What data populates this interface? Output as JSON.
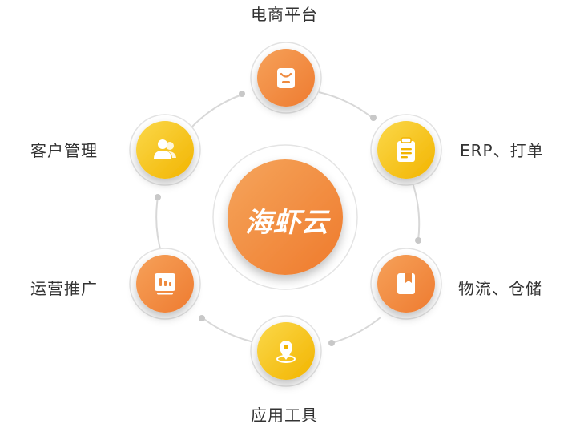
{
  "center": {
    "label": "海虾云",
    "color_from": "#f5a55c",
    "color_to": "#ef7a2c"
  },
  "nodes": [
    {
      "id": "ecommerce",
      "label": "电商平台",
      "icon": "shopping-bag-icon",
      "color": "orange"
    },
    {
      "id": "erp",
      "label": "ERP、打单",
      "icon": "clipboard-icon",
      "color": "yellow"
    },
    {
      "id": "logistics",
      "label": "物流、仓储",
      "icon": "bookmark-book-icon",
      "color": "orange"
    },
    {
      "id": "tools",
      "label": "应用工具",
      "icon": "location-pin-icon",
      "color": "yellow"
    },
    {
      "id": "marketing",
      "label": "运营推广",
      "icon": "chart-board-icon",
      "color": "orange"
    },
    {
      "id": "customers",
      "label": "客户管理",
      "icon": "users-icon",
      "color": "yellow"
    }
  ],
  "colors": {
    "orange_from": "#f6a15a",
    "orange_to": "#ee7b30",
    "yellow_from": "#fbd84a",
    "yellow_to": "#f2b400",
    "ring": "#e2e2e2",
    "arc": "#d8d8d8",
    "dot": "#c8c8c8",
    "text": "#333333"
  }
}
